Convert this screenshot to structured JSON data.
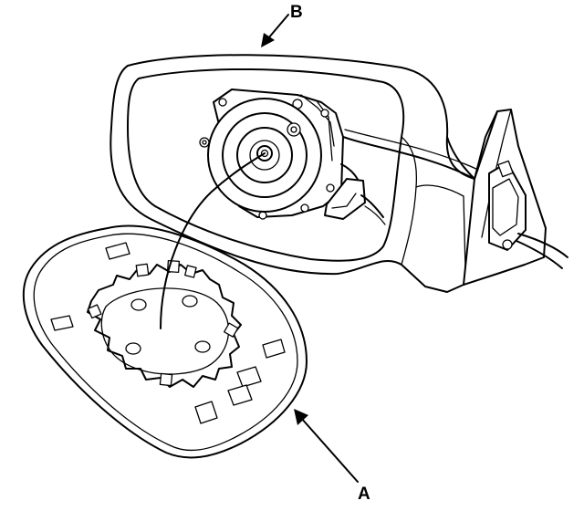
{
  "callouts": {
    "a": "A",
    "b": "B"
  },
  "parts": {
    "a": "mirror-glass",
    "b": "mirror-housing"
  },
  "colors": {
    "line": "#000000",
    "background": "#ffffff"
  }
}
